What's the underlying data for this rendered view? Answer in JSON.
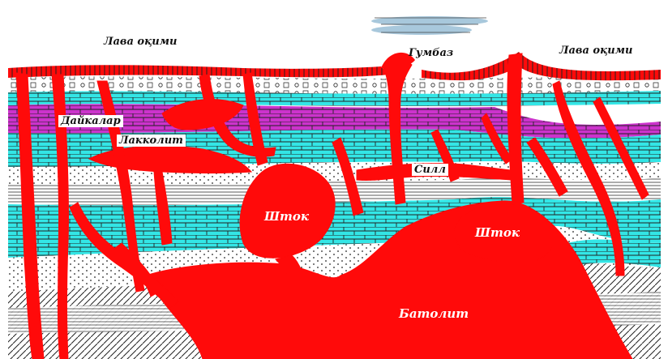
{
  "labels": {
    "lava_flow_left": "Лава оқими",
    "dome": "Гумбаз",
    "lava_flow_right": "Лава оқими",
    "dikes": "Дайкалар",
    "laccolith": "Лакколит",
    "sill": "Силл",
    "stock_left": "Шток",
    "stock_right": "Шток",
    "batholith": "Батолит"
  },
  "colors": {
    "magma": "#ff0a0a",
    "limestone_layer": "#33e6e6",
    "dike_layer": "#cc33cc",
    "sediment": "#ffffff",
    "line": "#111111",
    "cloud": "#a8c8dc"
  }
}
